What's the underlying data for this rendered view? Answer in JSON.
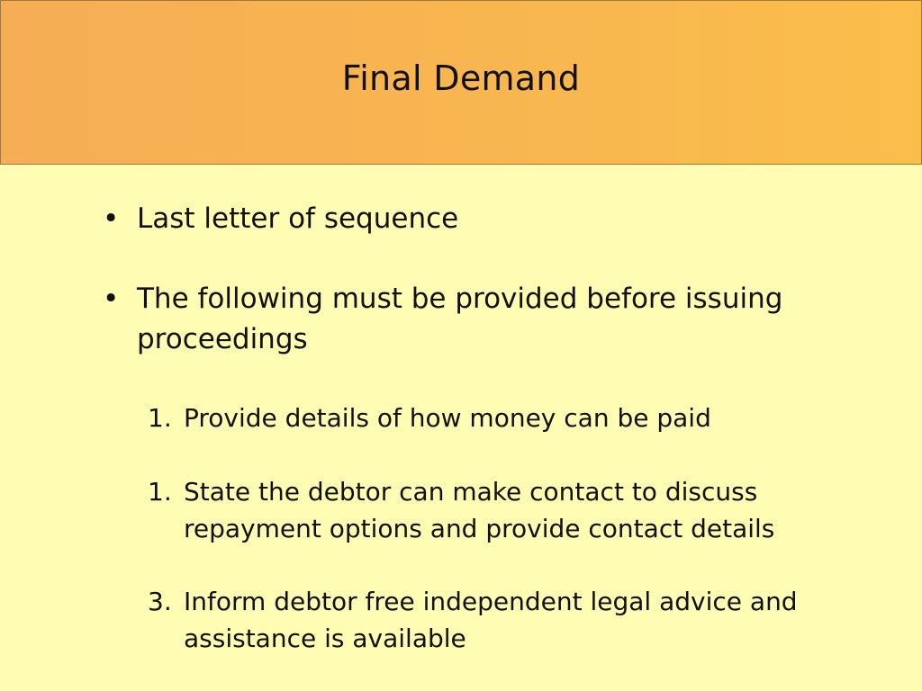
{
  "slide": {
    "title": "Final Demand",
    "bullets": [
      {
        "marker": "•",
        "text": "Last letter of sequence"
      },
      {
        "marker": "•",
        "text": "The following must be provided before issuing proceedings"
      }
    ],
    "numbered": [
      {
        "marker": "1.",
        "text": "Provide details of how money can be paid"
      },
      {
        "marker": "1.",
        "text": "State the debtor can make contact to discuss repayment options and provide contact details"
      },
      {
        "marker": "3.",
        "text": "Inform debtor free independent legal advice and assistance is available"
      }
    ]
  },
  "colors": {
    "title_bar": "#f8b74f",
    "background": "#fffcb4"
  }
}
